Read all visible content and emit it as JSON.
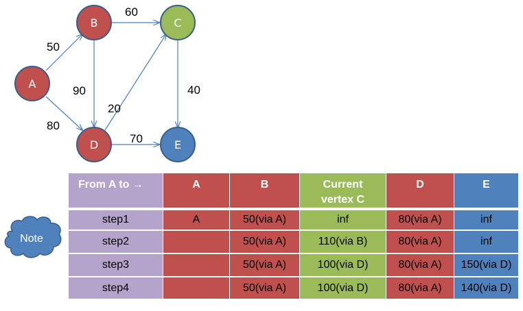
{
  "graph": {
    "nodes": [
      {
        "id": "A",
        "label": "A",
        "color": "#c0504d"
      },
      {
        "id": "B",
        "label": "B",
        "color": "#c0504d"
      },
      {
        "id": "C",
        "label": "C",
        "color": "#9bbb59"
      },
      {
        "id": "D",
        "label": "D",
        "color": "#c0504d"
      },
      {
        "id": "E",
        "label": "E",
        "color": "#4f81bd"
      }
    ],
    "edges": [
      {
        "from": "A",
        "to": "B",
        "weight": "50"
      },
      {
        "from": "A",
        "to": "D",
        "weight": "80"
      },
      {
        "from": "B",
        "to": "C",
        "weight": "60"
      },
      {
        "from": "B",
        "to": "D",
        "weight": "90"
      },
      {
        "from": "D",
        "to": "C",
        "weight": "20"
      },
      {
        "from": "C",
        "to": "E",
        "weight": "40"
      },
      {
        "from": "D",
        "to": "E",
        "weight": "70"
      }
    ],
    "node_outline": "#385d8a",
    "edge_color": "#4a7ebb"
  },
  "note": {
    "label": "Note",
    "color": "#4f81bd"
  },
  "table": {
    "header": [
      "From A to →",
      "A",
      "B",
      "Current vertex  C",
      "D",
      "E"
    ],
    "header_lines": {
      "c_line1": "Current",
      "c_line2": "vertex  C"
    },
    "rows": [
      {
        "step": "step1",
        "A": "A",
        "B": "50(via A)",
        "C": "inf",
        "D": "80(via A)",
        "E": "inf"
      },
      {
        "step": "step2",
        "A": "",
        "B": "50(via A)",
        "C": "110(via B)",
        "D": "80(via A)",
        "E": "inf"
      },
      {
        "step": "step3",
        "A": "",
        "B": "50(via A)",
        "C": "100(via D)",
        "D": "80(via A)",
        "E": "150(via D)"
      },
      {
        "step": "step4",
        "A": "",
        "B": "50(via A)",
        "C": "100(via D)",
        "D": "80(via A)",
        "E": "140(via D)"
      }
    ],
    "colors": {
      "purple": "#b4a3cb",
      "red": "#c0504d",
      "green": "#9bbb59",
      "blue": "#4f81bd"
    }
  }
}
